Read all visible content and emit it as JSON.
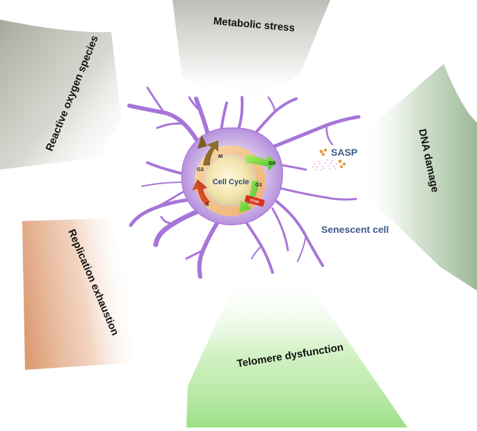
{
  "stressors": {
    "metabolic": "Metabolic stress",
    "ros": "Reactive oxygen species",
    "dna": "DNA damage",
    "replication": "Replication exhaustion",
    "telomere": "Telomere dysfunction"
  },
  "cell": {
    "cell_cycle": "Cell Cycle",
    "phases": {
      "m": "M",
      "g0": "G0",
      "g2": "G2",
      "g1": "G1",
      "s": "S"
    },
    "stop": "STOP",
    "sasp": "SASP",
    "senescent_cell": "Senescent cell"
  },
  "colors": {
    "metabolic_wedge": "#c7c7c2",
    "ros_wedge": "#b9b8ad",
    "dna_wedge": "#a6c2a0",
    "replication_wedge": "#e2ad8c",
    "telomere_wedge": "#aee39a",
    "cell_body": "#b08ad6",
    "cell_edge": "#8e4fd0",
    "nucleus": "#f6ecc0",
    "ring_orange": "#f2c48f",
    "arrow_green": "#5ecb2e",
    "arrow_red": "#c8321d",
    "arrow_brown": "#8a6a2a",
    "sasp_dots": "#e49a3a",
    "sasp_haze": "#e8a0d8"
  }
}
